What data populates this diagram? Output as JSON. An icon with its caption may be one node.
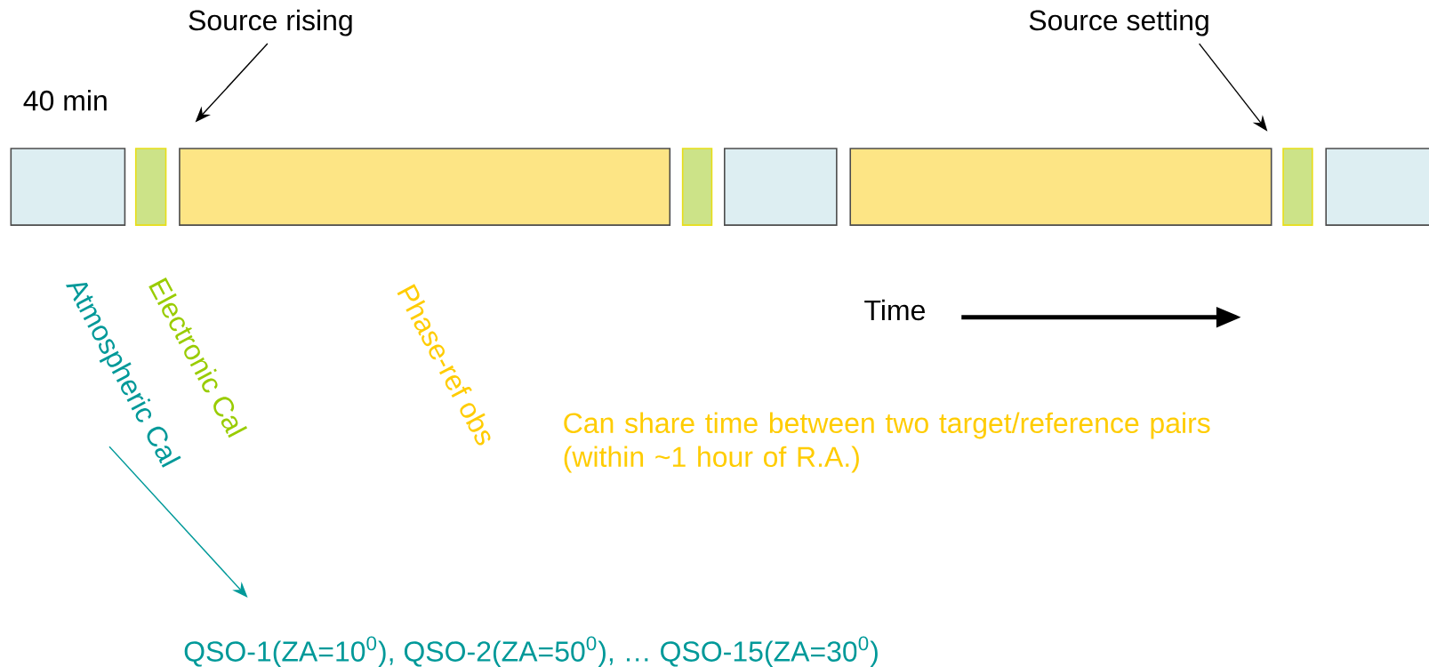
{
  "diagram": {
    "nodes": [
      {
        "text": [],
        "shape": "box"
      },
      {
        "text": [],
        "shape": "box"
      },
      {
        "text": [],
        "shape": "box"
      },
      {
        "text": [],
        "shape": "box"
      },
      {
        "text": [],
        "shape": "box"
      },
      {
        "text": [],
        "shape": "box"
      },
      {
        "text": [],
        "shape": "box"
      },
      {
        "text": [],
        "shape": "box"
      },
      {
        "text": [
          "Source rising"
        ]
      },
      {
        "text": [
          "Source setting"
        ]
      },
      {
        "text": [
          "Atmospheric Cal"
        ]
      },
      {
        "text": [
          "QSO-1(ZA=10$^{0}$), QSO-2(ZA=50$^{0}$), … QSO-15(ZA=30$^{0}$)"
        ]
      }
    ],
    "edges": [
      {
        "from": 8,
        "to": 2,
        "arrow": "to"
      },
      {
        "from": 9,
        "to": 5,
        "arrow": "to"
      },
      {
        "from": 10,
        "to": 11,
        "arrow": "to",
        "color": "#009999"
      }
    ],
    "labels": [
      "40 min",
      "Electronic Cal",
      "Phase-ref obs",
      "Time",
      "Can share time between two target/reference pairs (within ~1 hour of R.A.)"
    ]
  }
}
